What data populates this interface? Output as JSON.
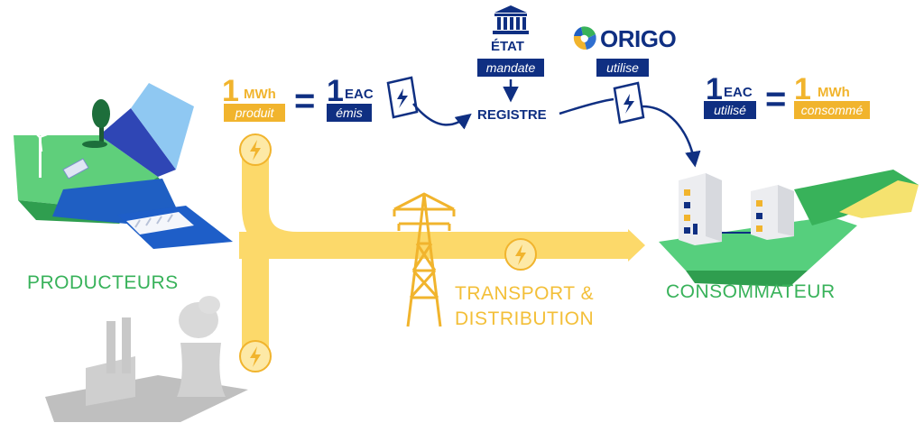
{
  "left_equation": {
    "qty": "1",
    "unit": "MWh",
    "caption": "produit",
    "equals": "=",
    "qty2": "1",
    "unit2": "EAC",
    "caption2": "émis"
  },
  "state": {
    "title": "ÉTAT",
    "caption": "mandate"
  },
  "registry": {
    "label": "REGISTRE"
  },
  "origo": {
    "brand": "ORIGO",
    "caption": "utilise"
  },
  "right_equation": {
    "qty": "1",
    "unit": "EAC",
    "caption": "utilisé",
    "equals": "=",
    "qty2": "1",
    "unit2": "MWh",
    "caption2": "consommé"
  },
  "labels": {
    "producers": "PRODUCTEURS",
    "transport_line1": "TRANSPORT &",
    "transport_line2": "DISTRIBUTION",
    "consumer": "CONSOMMATEUR"
  },
  "colors": {
    "navy": "#0f2f82",
    "gold": "#f1b42d",
    "flow_yellow": "#fcd96a",
    "green": "#38b25a"
  },
  "icons": [
    "bank-icon",
    "certificate-icon",
    "lightning-icon",
    "origo-logo-icon"
  ]
}
